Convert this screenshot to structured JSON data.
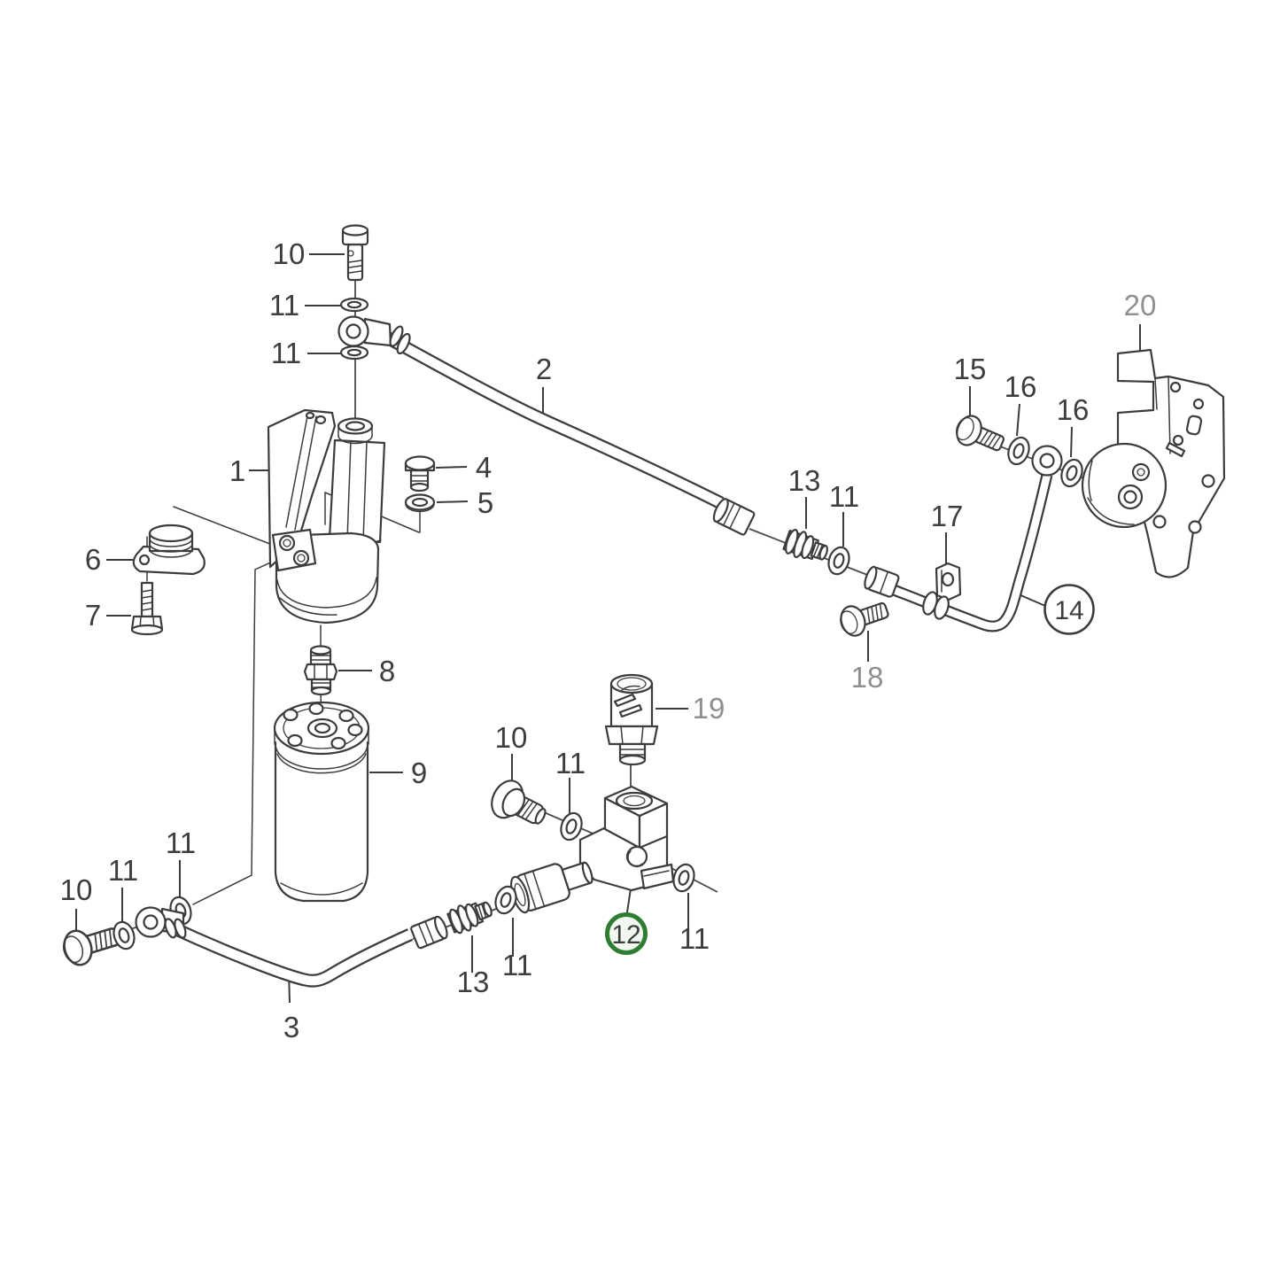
{
  "figure": {
    "kind": "exploded-parts-diagram",
    "background": "#ffffff",
    "highlighted_callout": "12",
    "encircled_callouts": [
      "12",
      "14"
    ]
  },
  "colors": {
    "line": "#3c3c3c",
    "label": "#3d3d3d",
    "label_muted": "#8f8f8f",
    "highlight_ring": "#2e7d32",
    "highlight_fill": "#f2f7f0",
    "plain_ring": "#3c3c3c"
  },
  "callouts": [
    {
      "text": "10"
    },
    {
      "text": "11"
    },
    {
      "text": "11"
    },
    {
      "text": "2"
    },
    {
      "text": "1"
    },
    {
      "text": "4"
    },
    {
      "text": "5"
    },
    {
      "text": "6"
    },
    {
      "text": "7"
    },
    {
      "text": "8"
    },
    {
      "text": "9"
    },
    {
      "text": "13"
    },
    {
      "text": "11"
    },
    {
      "text": "15"
    },
    {
      "text": "16"
    },
    {
      "text": "16"
    },
    {
      "text": "20",
      "muted": true
    },
    {
      "text": "17"
    },
    {
      "text": "14",
      "circled": "black"
    },
    {
      "text": "18",
      "muted": true
    },
    {
      "text": "19",
      "muted": true
    },
    {
      "text": "10"
    },
    {
      "text": "11"
    },
    {
      "text": "12",
      "circled": "green"
    },
    {
      "text": "11"
    },
    {
      "text": "10"
    },
    {
      "text": "11"
    },
    {
      "text": "11"
    },
    {
      "text": "3"
    },
    {
      "text": "13"
    },
    {
      "text": "11"
    }
  ]
}
